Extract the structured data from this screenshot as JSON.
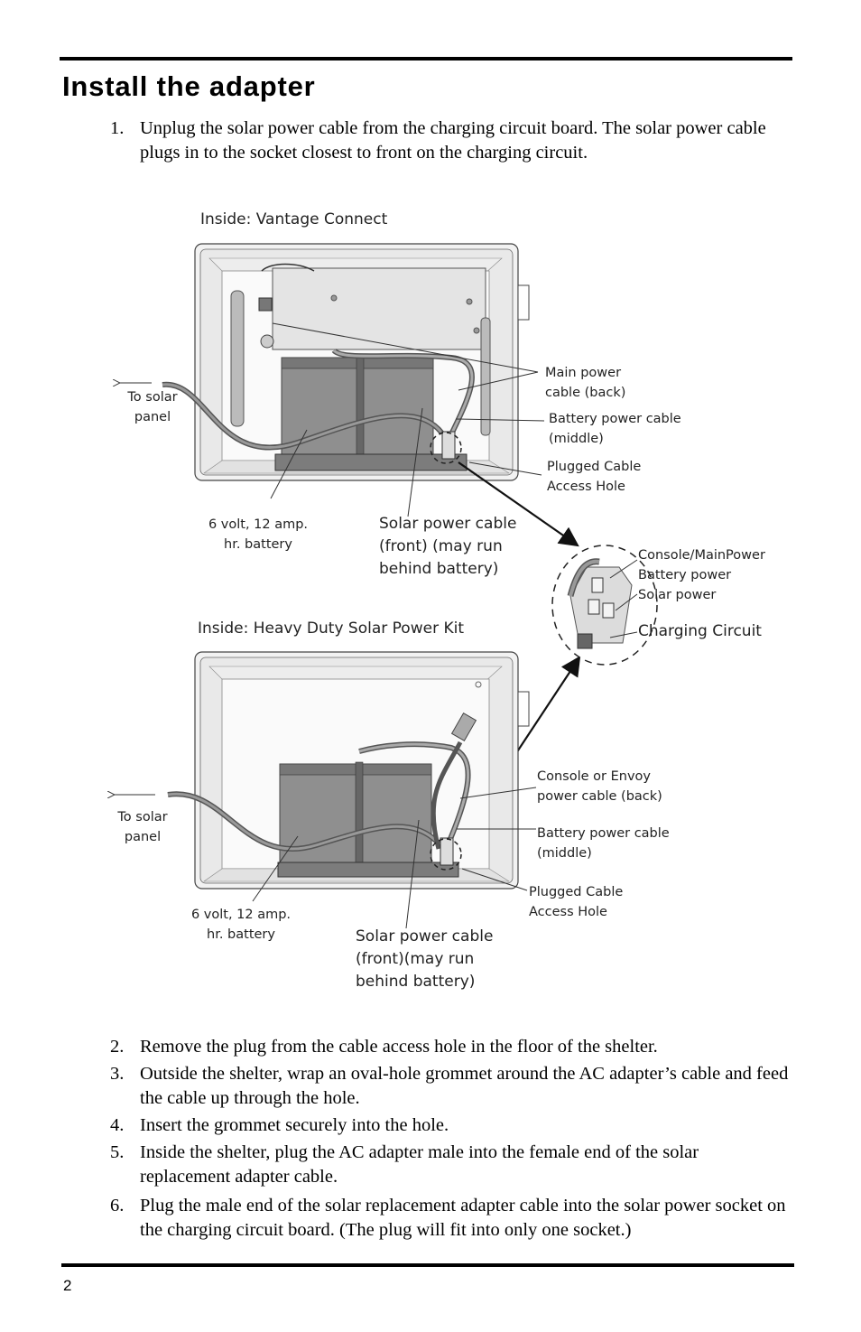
{
  "page": {
    "title": "Install the adapter",
    "page_number": "2"
  },
  "steps": [
    {
      "num": "1.",
      "text": "Unplug the solar power cable from the charging circuit board. The solar power cable plugs in to the socket closest to front on the charging circuit."
    },
    {
      "num": "2.",
      "text": "Remove the plug from the cable access hole in the floor of the shelter."
    },
    {
      "num": "3.",
      "text": "Outside the shelter, wrap an oval-hole grommet around the AC adapter’s cable and feed the cable up through the hole."
    },
    {
      "num": "4.",
      "text": "Insert the grommet securely into the hole."
    },
    {
      "num": "5.",
      "text": "Inside the shelter, plug the AC adapter male into the female end of the solar replacement adapter cable."
    },
    {
      "num": "6.",
      "text": "Plug the male end of the solar replacement adapter cable into the solar power socket on the charging circuit board. (The plug will fit into only one socket.)"
    }
  ],
  "figure": {
    "top": {
      "caption": "Inside:  Vantage Connect",
      "to_solar_1": "To solar",
      "to_solar_2": "panel",
      "main_power_1": "Main power",
      "main_power_2": "cable (back)",
      "battery_cable_1": "Battery power cable",
      "battery_cable_2": "(middle)",
      "plugged_1": "Plugged Cable",
      "plugged_2": "Access Hole",
      "battery_1": "6 volt, 12 amp.",
      "battery_2": "hr. battery",
      "solar_cable_1": "Solar power cable",
      "solar_cable_2": "(front) (may run",
      "solar_cable_3": "behind battery)"
    },
    "inset": {
      "console_main": "Console/MainPower",
      "battery_power": "Battery power",
      "solar_power": "Solar power",
      "charging_circuit": "Charging Circuit"
    },
    "bottom": {
      "caption": "Inside:  Heavy Duty Solar Power Kit",
      "to_solar_1": "To solar",
      "to_solar_2": "panel",
      "console_1": "Console  or Envoy",
      "console_2": "power cable (back)",
      "battery_cable_1": "Battery power cable",
      "battery_cable_2": "(middle)",
      "plugged_1": "Plugged Cable",
      "plugged_2": "Access Hole",
      "battery_1": "6 volt, 12 amp.",
      "battery_2": "hr. battery",
      "solar_cable_1": "Solar power cable",
      "solar_cable_2": "(front)(may run",
      "solar_cable_3": "behind battery)"
    }
  }
}
